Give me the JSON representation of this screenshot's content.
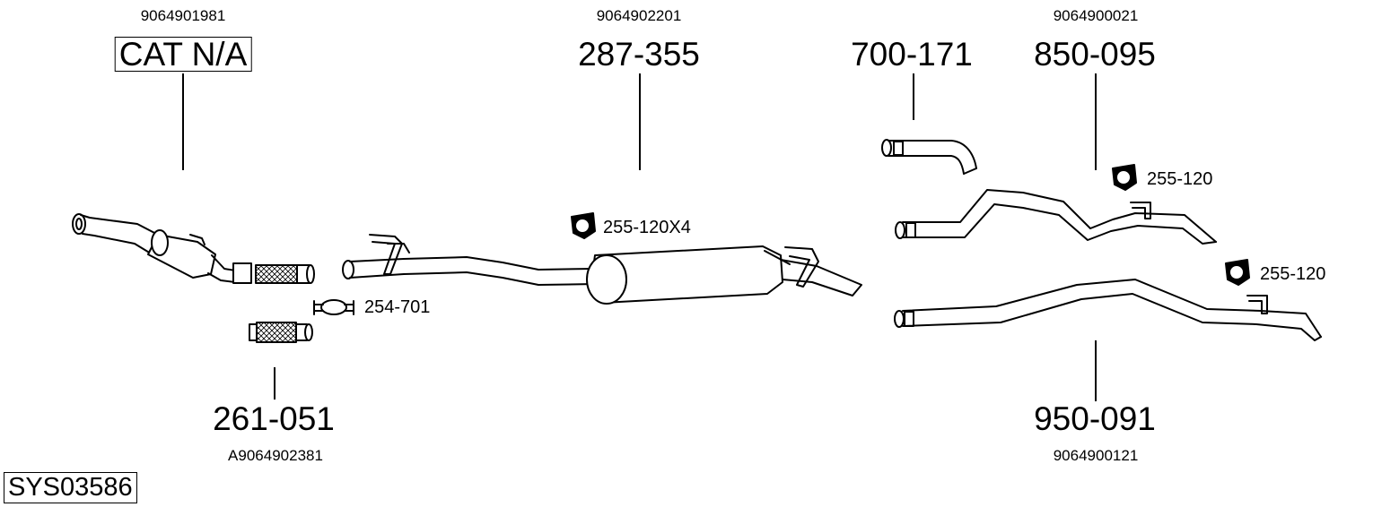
{
  "parts": [
    {
      "id": "cat",
      "oe": "9064901981",
      "label": "CAT N/A"
    },
    {
      "id": "middle",
      "oe": "9064902201",
      "label": "287-355"
    },
    {
      "id": "tail-short",
      "label": "700-171"
    },
    {
      "id": "tail-upper",
      "oe": "9064900021",
      "label": "850-095"
    },
    {
      "id": "flex",
      "oe": "A9064902381",
      "label": "261-051"
    },
    {
      "id": "tail-lower",
      "oe": "9064900121",
      "label": "950-091"
    }
  ],
  "hardware": {
    "clamp": "254-701",
    "hanger_middle": "255-120X4",
    "hanger_upper": "255-120",
    "hanger_lower": "255-120"
  },
  "system_code": "SYS03586"
}
